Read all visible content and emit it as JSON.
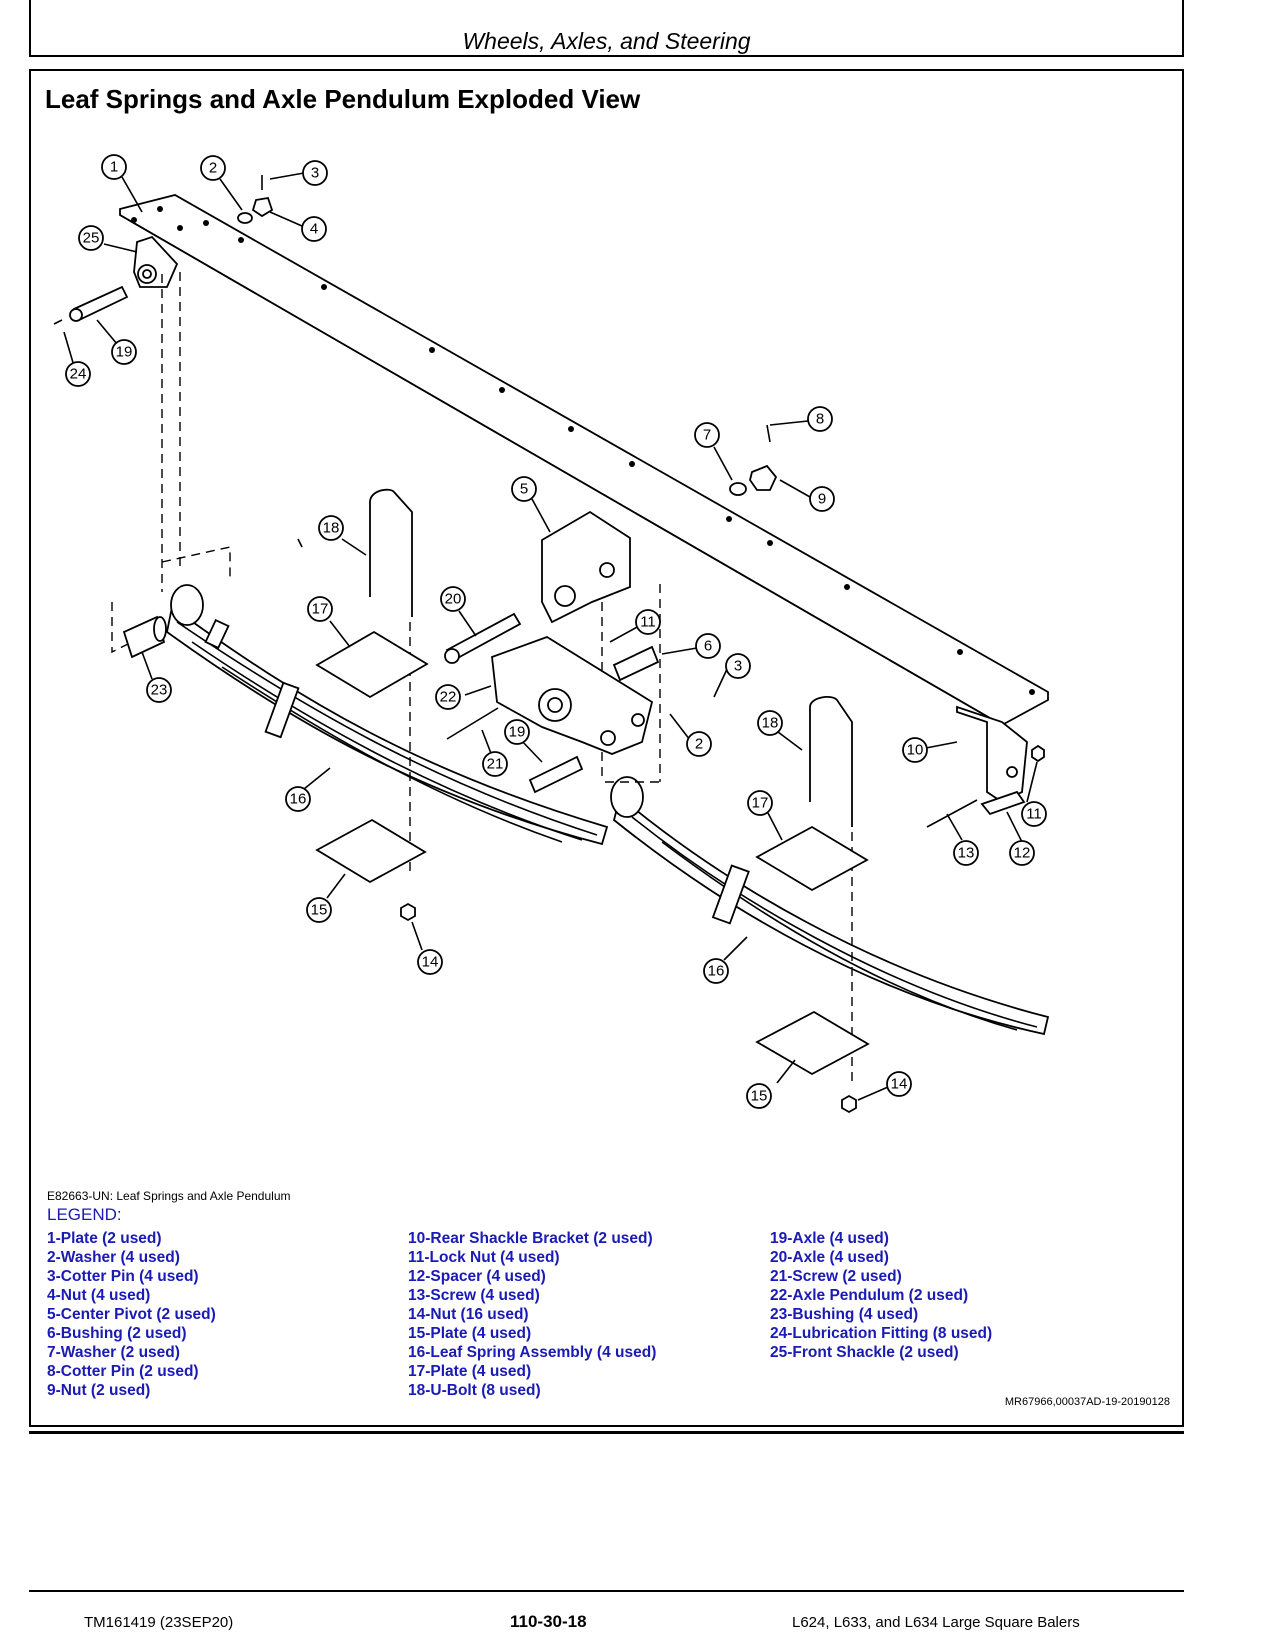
{
  "header": {
    "section_title": "Wheels, Axles, and Steering"
  },
  "page_title": "Leaf Springs and Axle Pendulum Exploded View",
  "figure": {
    "caption": "E82663-UN: Leaf Springs and Axle Pendulum",
    "callout_numbers": [
      "1",
      "2",
      "3",
      "4",
      "5",
      "6",
      "7",
      "8",
      "9",
      "10",
      "11",
      "12",
      "13",
      "14",
      "15",
      "16",
      "17",
      "18",
      "19",
      "20",
      "21",
      "22",
      "23",
      "24",
      "25"
    ]
  },
  "legend": {
    "title": "LEGEND:",
    "col1": [
      "1-Plate (2 used)",
      "2-Washer (4 used)",
      "3-Cotter Pin (4 used)",
      "4-Nut (4 used)",
      "5-Center Pivot (2 used)",
      "6-Bushing (2 used)",
      "7-Washer (2 used)",
      "8-Cotter Pin (2 used)",
      "9-Nut (2 used)"
    ],
    "col2": [
      "10-Rear Shackle Bracket (2 used)",
      "11-Lock Nut (4 used)",
      "12-Spacer (4 used)",
      "13-Screw (4 used)",
      "14-Nut (16 used)",
      "15-Plate (4 used)",
      "16-Leaf Spring Assembly (4 used)",
      "17-Plate (4 used)",
      "18-U-Bolt (8 used)"
    ],
    "col3": [
      "19-Axle (4 used)",
      "20-Axle (4 used)",
      "21-Screw (2 used)",
      "22-Axle Pendulum (2 used)",
      "23-Bushing (4 used)",
      "24-Lubrication Fitting (8 used)",
      "25-Front Shackle (2 used)"
    ]
  },
  "reference_code": "MR67966,00037AD-19-20190128",
  "footer": {
    "left": "TM161419 (23SEP20)",
    "center": "110-30-18",
    "right": "L624, L633, and L634 Large Square Balers"
  },
  "colors": {
    "legend_text": "#1a1ab4",
    "line": "#000000"
  }
}
